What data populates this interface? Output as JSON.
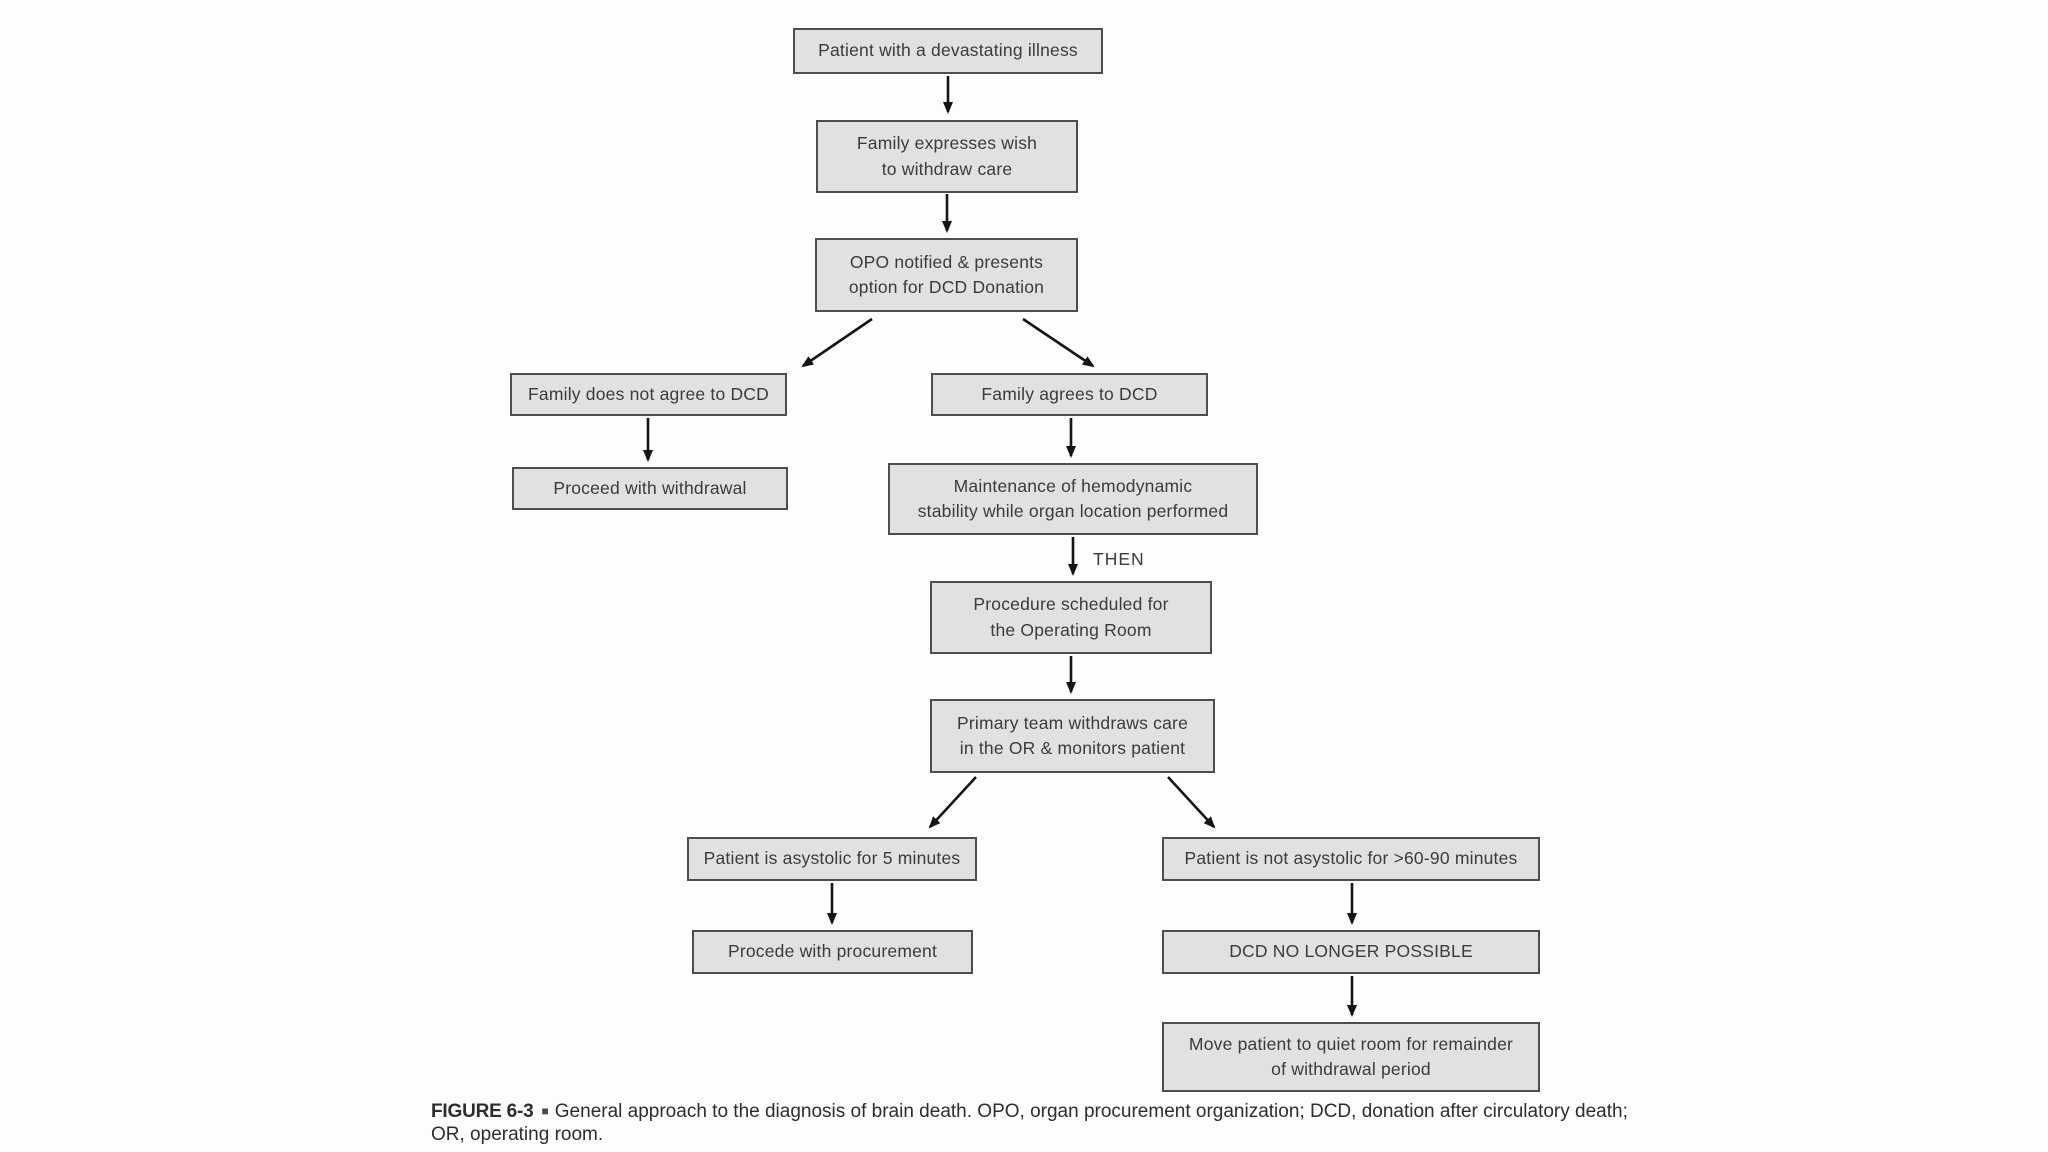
{
  "figure": {
    "nodes": {
      "n1": {
        "label": "Patient with a devastating illness"
      },
      "n2": {
        "label": "Family expresses wish\nto withdraw care"
      },
      "n3": {
        "label": "OPO notified & presents\noption for DCD Donation"
      },
      "n4": {
        "label": "Family does not agree to DCD"
      },
      "n5": {
        "label": "Family agrees to DCD"
      },
      "n6": {
        "label": "Proceed with withdrawal"
      },
      "n7": {
        "label": "Maintenance of hemodynamic\nstability while organ location performed"
      },
      "n8": {
        "label": "Procedure scheduled for\nthe Operating Room"
      },
      "n9": {
        "label": "Primary team withdraws care\nin the OR & monitors patient"
      },
      "n10": {
        "label": "Patient is asystolic for 5 minutes"
      },
      "n11": {
        "label": "Patient is not asystolic for >60-90 minutes"
      },
      "n12": {
        "label": "Procede with procurement"
      },
      "n13": {
        "label": "DCD NO LONGER POSSIBLE"
      },
      "n14": {
        "label": "Move patient to quiet room for remainder\nof withdrawal period"
      }
    },
    "then_label": "THEN",
    "caption": {
      "label": "FIGURE 6-3",
      "marker": "■",
      "text": "General approach to the diagnosis of brain death. OPO, organ procurement organization; DCD, donation after circulatory death; OR, operating room."
    },
    "colors": {
      "node_fill": "#e1e1e1",
      "node_border": "#4e4e4e",
      "arrow": "#141414",
      "text": "#3b3b3b"
    }
  }
}
